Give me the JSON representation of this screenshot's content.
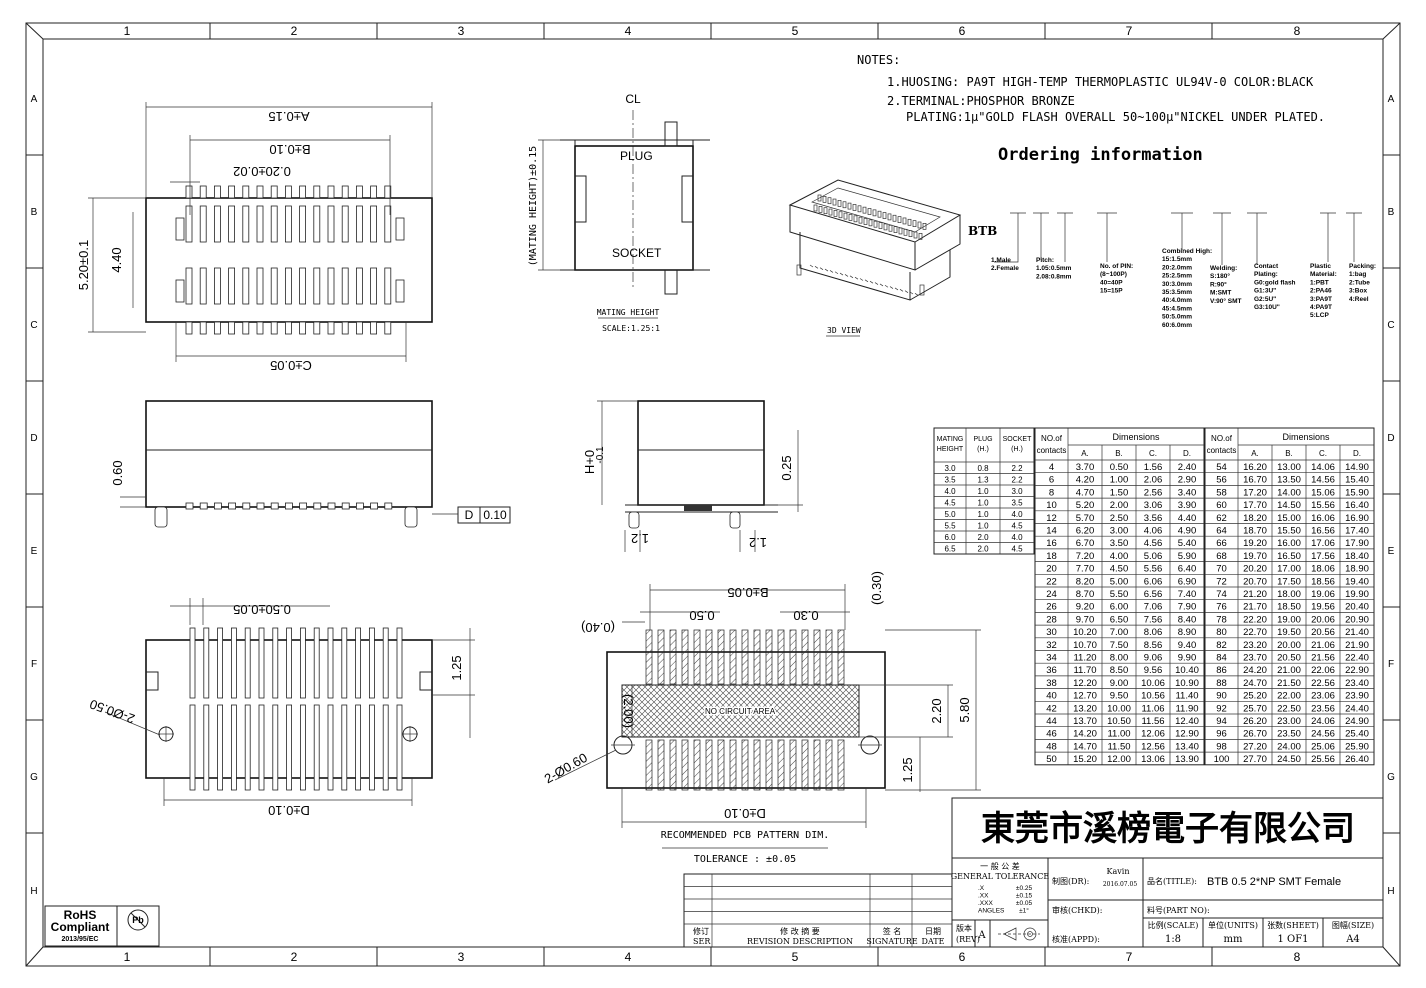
{
  "frame": {
    "col_labels": [
      "1",
      "2",
      "3",
      "4",
      "5",
      "6",
      "7",
      "8"
    ],
    "row_labels": [
      "A",
      "B",
      "C",
      "D",
      "E",
      "F",
      "G",
      "H"
    ]
  },
  "notes": {
    "heading": "NOTES:",
    "line1": "1.HUOSING: PA9T HIGH-TEMP THERMOPLASTIC UL94V-0 COLOR:BLACK",
    "line2": "2.TERMINAL:PHOSPHOR BRONZE",
    "line3": "PLATING:1µ\"GOLD FLASH OVERALL 50~100µ\"NICKEL UNDER PLATED."
  },
  "ordering": {
    "title": "Ordering information",
    "prefix": "BTB",
    "gender": [
      "1.Male",
      "2.Female"
    ],
    "pitch": [
      "Pitch:",
      "1.05:0.5mm",
      "2.08:0.8mm"
    ],
    "pins": [
      "No. of PIN:",
      "(8~100P)",
      "40=40P",
      "15=15P"
    ],
    "combined": [
      "Combined High:",
      "15:1.5mm",
      "20:2.0mm",
      "25:2.5mm",
      "30:3.0mm",
      "35:3.5mm",
      "40:4.0mm",
      "45:4.5mm",
      "50:5.0mm",
      "60:6.0mm"
    ],
    "welding": [
      "Welding:",
      "S:180°",
      "R:90°",
      "M:SMT",
      "V:90° SMT"
    ],
    "contact": [
      "Contact",
      "Plating:",
      "G0:gold flash",
      "G1:3U\"",
      "G2:5U\"",
      "G3:10U\""
    ],
    "plastic": [
      "Plastic",
      "Material:",
      "1:PBT",
      "2:PA46",
      "3:PA9T",
      "4:PA9T",
      "5:LCP"
    ],
    "packing": [
      "Packing:",
      "1:bag",
      "2:Tube",
      "3:Box",
      "4:Reel"
    ]
  },
  "labels": {
    "view3d": "3D  VIEW",
    "plug": "PLUG",
    "socket": "SOCKET",
    "cl": "CL",
    "mating_height": "MATING HEIGHT",
    "mating_scale": "SCALE:1.25:1",
    "mating_dim": "(MATING HEIGHT)±0.15",
    "no_circuit": "NO CIRCUIT AREA",
    "pcb_title": "RECOMMENDED PCB PATTERN DIM.",
    "tolerance": "TOLERANCE : ±0.05"
  },
  "dims": {
    "a": "A±0.15",
    "b": "B±0.10",
    "c": "C±0.05",
    "d": "D±0.10",
    "pitch_tol": "0.20±0.02",
    "w520": "5.20±0.1",
    "w440": "4.40",
    "h060": "0.60",
    "flat": "0.10",
    "flat_sym": "D",
    "h_plus": "H+0",
    "h_minus": "-0.1",
    "h025": "0.25",
    "d12a": "1.2",
    "d12b": "1.2",
    "pitch050": "0.50±0.05",
    "p125": "1.25",
    "hole2": "2-Ø0.50",
    "pcb_b": "B±0.05",
    "pcb_050": "0.50",
    "pcb_030": "0.30",
    "pcb_030p": "(0.30)",
    "pcb_040": "(0.40)",
    "pcb_200": "(2.00)",
    "pcb_220": "2.20",
    "pcb_580": "5.80",
    "pcb_125": "1.25",
    "pcb_hole": "2-Ø0.60",
    "pcb_d": "D±0.10"
  },
  "mating_table": {
    "headers": [
      "MATING HEIGHT",
      "PLUG (H.)",
      "SOCKET (H.)"
    ],
    "rows": [
      [
        "3.0",
        "0.8",
        "2.2"
      ],
      [
        "3.5",
        "1.3",
        "2.2"
      ],
      [
        "4.0",
        "1.0",
        "3.0"
      ],
      [
        "4.5",
        "1.0",
        "3.5"
      ],
      [
        "5.0",
        "1.0",
        "4.0"
      ],
      [
        "5.5",
        "1.0",
        "4.5"
      ],
      [
        "6.0",
        "2.0",
        "4.0"
      ],
      [
        "6.5",
        "2.0",
        "4.5"
      ]
    ]
  },
  "dim_table": {
    "no_of": "NO.of",
    "contacts": "contacts",
    "dimensions": "Dimensions",
    "cols": [
      "A.",
      "B.",
      "C.",
      "D."
    ],
    "left": [
      [
        "4",
        "3.70",
        "0.50",
        "1.56",
        "2.40"
      ],
      [
        "6",
        "4.20",
        "1.00",
        "2.06",
        "2.90"
      ],
      [
        "8",
        "4.70",
        "1.50",
        "2.56",
        "3.40"
      ],
      [
        "10",
        "5.20",
        "2.00",
        "3.06",
        "3.90"
      ],
      [
        "12",
        "5.70",
        "2.50",
        "3.56",
        "4.40"
      ],
      [
        "14",
        "6.20",
        "3.00",
        "4.06",
        "4.90"
      ],
      [
        "16",
        "6.70",
        "3.50",
        "4.56",
        "5.40"
      ],
      [
        "18",
        "7.20",
        "4.00",
        "5.06",
        "5.90"
      ],
      [
        "20",
        "7.70",
        "4.50",
        "5.56",
        "6.40"
      ],
      [
        "22",
        "8.20",
        "5.00",
        "6.06",
        "6.90"
      ],
      [
        "24",
        "8.70",
        "5.50",
        "6.56",
        "7.40"
      ],
      [
        "26",
        "9.20",
        "6.00",
        "7.06",
        "7.90"
      ],
      [
        "28",
        "9.70",
        "6.50",
        "7.56",
        "8.40"
      ],
      [
        "30",
        "10.20",
        "7.00",
        "8.06",
        "8.90"
      ],
      [
        "32",
        "10.70",
        "7.50",
        "8.56",
        "9.40"
      ],
      [
        "34",
        "11.20",
        "8.00",
        "9.06",
        "9.90"
      ],
      [
        "36",
        "11.70",
        "8.50",
        "9.56",
        "10.40"
      ],
      [
        "38",
        "12.20",
        "9.00",
        "10.06",
        "10.90"
      ],
      [
        "40",
        "12.70",
        "9.50",
        "10.56",
        "11.40"
      ],
      [
        "42",
        "13.20",
        "10.00",
        "11.06",
        "11.90"
      ],
      [
        "44",
        "13.70",
        "10.50",
        "11.56",
        "12.40"
      ],
      [
        "46",
        "14.20",
        "11.00",
        "12.06",
        "12.90"
      ],
      [
        "48",
        "14.70",
        "11.50",
        "12.56",
        "13.40"
      ],
      [
        "50",
        "15.20",
        "12.00",
        "13.06",
        "13.90"
      ]
    ],
    "right": [
      [
        "54",
        "16.20",
        "13.00",
        "14.06",
        "14.90"
      ],
      [
        "56",
        "16.70",
        "13.50",
        "14.56",
        "15.40"
      ],
      [
        "58",
        "17.20",
        "14.00",
        "15.06",
        "15.90"
      ],
      [
        "60",
        "17.70",
        "14.50",
        "15.56",
        "16.40"
      ],
      [
        "62",
        "18.20",
        "15.00",
        "16.06",
        "16.90"
      ],
      [
        "64",
        "18.70",
        "15.50",
        "16.56",
        "17.40"
      ],
      [
        "66",
        "19.20",
        "16.00",
        "17.06",
        "17.90"
      ],
      [
        "68",
        "19.70",
        "16.50",
        "17.56",
        "18.40"
      ],
      [
        "70",
        "20.20",
        "17.00",
        "18.06",
        "18.90"
      ],
      [
        "72",
        "20.70",
        "17.50",
        "18.56",
        "19.40"
      ],
      [
        "74",
        "21.20",
        "18.00",
        "19.06",
        "19.90"
      ],
      [
        "76",
        "21.70",
        "18.50",
        "19.56",
        "20.40"
      ],
      [
        "78",
        "22.20",
        "19.00",
        "20.06",
        "20.90"
      ],
      [
        "80",
        "22.70",
        "19.50",
        "20.56",
        "21.40"
      ],
      [
        "82",
        "23.20",
        "20.00",
        "21.06",
        "21.90"
      ],
      [
        "84",
        "23.70",
        "20.50",
        "21.56",
        "22.40"
      ],
      [
        "86",
        "24.20",
        "21.00",
        "22.06",
        "22.90"
      ],
      [
        "88",
        "24.70",
        "21.50",
        "22.56",
        "23.40"
      ],
      [
        "90",
        "25.20",
        "22.00",
        "23.06",
        "23.90"
      ],
      [
        "92",
        "25.70",
        "22.50",
        "23.56",
        "24.40"
      ],
      [
        "94",
        "26.20",
        "23.00",
        "24.06",
        "24.90"
      ],
      [
        "96",
        "26.70",
        "23.50",
        "24.56",
        "25.40"
      ],
      [
        "98",
        "27.20",
        "24.00",
        "25.06",
        "25.90"
      ],
      [
        "100",
        "27.70",
        "24.50",
        "25.56",
        "26.40"
      ]
    ]
  },
  "title_block": {
    "company": "東莞市溪榜電子有限公司",
    "tol_title": "一 般 公 差",
    "tol_sub": "GENERAL TOLERANCE",
    "tol_rows": [
      [
        ".X",
        "±0.25"
      ],
      [
        ".XX",
        "±0.15"
      ],
      [
        ".XXX",
        "±0.05"
      ],
      [
        "ANGLES",
        "±1°"
      ]
    ],
    "drawn": "制图(DR):",
    "drawer": "Kavin",
    "date": "2016.07.05",
    "checked": "审核(CHKD):",
    "approved": "核准(APPD):",
    "name_label": "品名(TITLE):",
    "name": "BTB 0.5 2*NP SMT Female",
    "part_label": "料号(PART NO):",
    "scale_label": "比例(SCALE)",
    "scale": "1:8",
    "unit_label": "单位(UNITS)",
    "unit": "mm",
    "sheet_label": "张数(SHEET)",
    "sheet": "1 OF1",
    "size_label": "图幅(SIZE)",
    "size": "A4",
    "rev_label": "版本",
    "rev_en": "(REV)",
    "rev": "A",
    "rev_cols": [
      "修订",
      "SER",
      "修 改 摘 要",
      "REVISION DESCRIPTION",
      "签 名",
      "SIGNATURE",
      "日期",
      "DATE"
    ]
  },
  "rohs": {
    "line1": "RoHS",
    "line2": "Compliant",
    "line3": "2013/95/EC",
    "pb": "Pb"
  }
}
